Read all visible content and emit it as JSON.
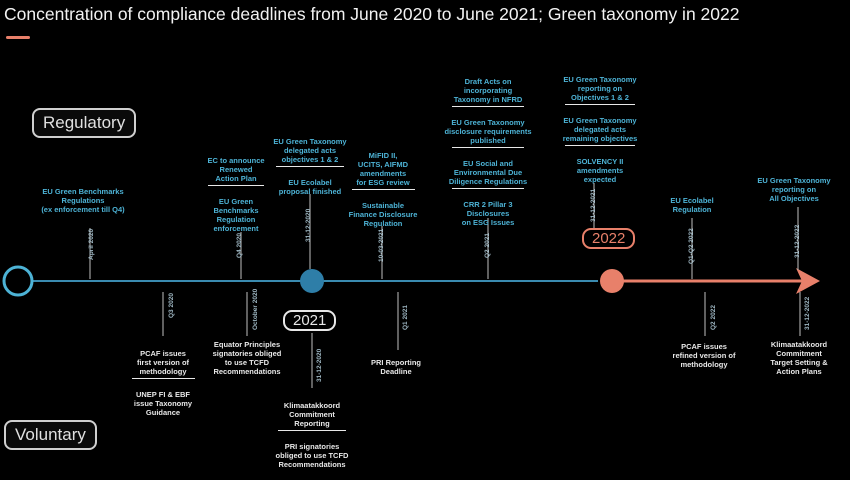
{
  "title": "Concentration of compliance deadlines from June 2020 to June 2021; Green taxonomy in 2022",
  "categories": {
    "regulatory": "Regulatory",
    "voluntary": "Voluntary"
  },
  "years": {
    "y2021": "2021",
    "y2022": "2022"
  },
  "colors": {
    "blue": "#4db3d6",
    "red": "#e8806a",
    "line": "#3a8bb0"
  },
  "events": {
    "reg1": {
      "text": "EU Green Benchmarks\nRegulations\n(ex enforcement till Q4)",
      "date": "April 2020"
    },
    "reg2": {
      "text": "EC to announce\nRenewed\nAction Plan",
      "text2": "EU Green\nBenchmarks\nRegulation\nenforcement",
      "date": "Q4 2020"
    },
    "reg3": {
      "text": "EU Green Taxonomy\ndelegated acts\nobjectives 1 & 2",
      "text2": "EU Ecolabel\nproposal finished",
      "date": "31-12-2020"
    },
    "reg4": {
      "text": "MiFID II,\nUCITS, AIFMD\namendments\nfor ESG review",
      "text2": "Sustainable\nFinance Disclosure\nRegulation",
      "date": "10-03-2021"
    },
    "reg5": {
      "text": "Draft Acts on\nincorporating\nTaxonomy in NFRD",
      "text2": "EU Green Taxonomy\ndisclosure requirements\npublished",
      "text3": "EU Social and\nEnvironmental Due\nDiligence Regulations",
      "text4": "CRR 2 Pillar 3\nDisclosures\non ESG Issues",
      "date": "Q2 2021"
    },
    "reg6": {
      "text": "EU Green Taxonomy\nreporting on\nObjectives 1 & 2",
      "text2": "EU Green Taxonomy\ndelegated acts\nremaining objectives",
      "text3": "SOLVENCY II\namendments\nexpected",
      "date": "31-12-2021"
    },
    "reg7": {
      "text": "EU Ecolabel\nRegulation",
      "date": "Q1-Q2 2022"
    },
    "reg8": {
      "text": "EU Green Taxonomy\nreporting on\nAll Objectives",
      "date": "31-12-2022"
    },
    "vol1": {
      "text": "PCAF issues\nfirst version of\nmethodology",
      "text2": "UNEP FI & EBF\nissue Taxonomy\nGuidance",
      "date": "Q3 2020"
    },
    "vol2": {
      "text": "Equator Principles\nsignatories obliged\nto use TCFD\nRecommendations",
      "date": "October 2020"
    },
    "vol3": {
      "text": "Klimaatakkoord\nCommitment\nReporting",
      "text2": "PRI signatories\nobliged to use TCFD\nRecommendations",
      "date": "31-12-2020"
    },
    "vol4": {
      "text": "PRI Reporting\nDeadline",
      "date": "Q1 2021"
    },
    "vol5": {
      "text": "PCAF issues\nrefined version of\nmethodology",
      "date": "Q2 2022"
    },
    "vol6": {
      "text": "Klimaatakkoord\nCommitment\nTarget Setting &\nAction Plans",
      "date": "31-12-2022"
    }
  }
}
